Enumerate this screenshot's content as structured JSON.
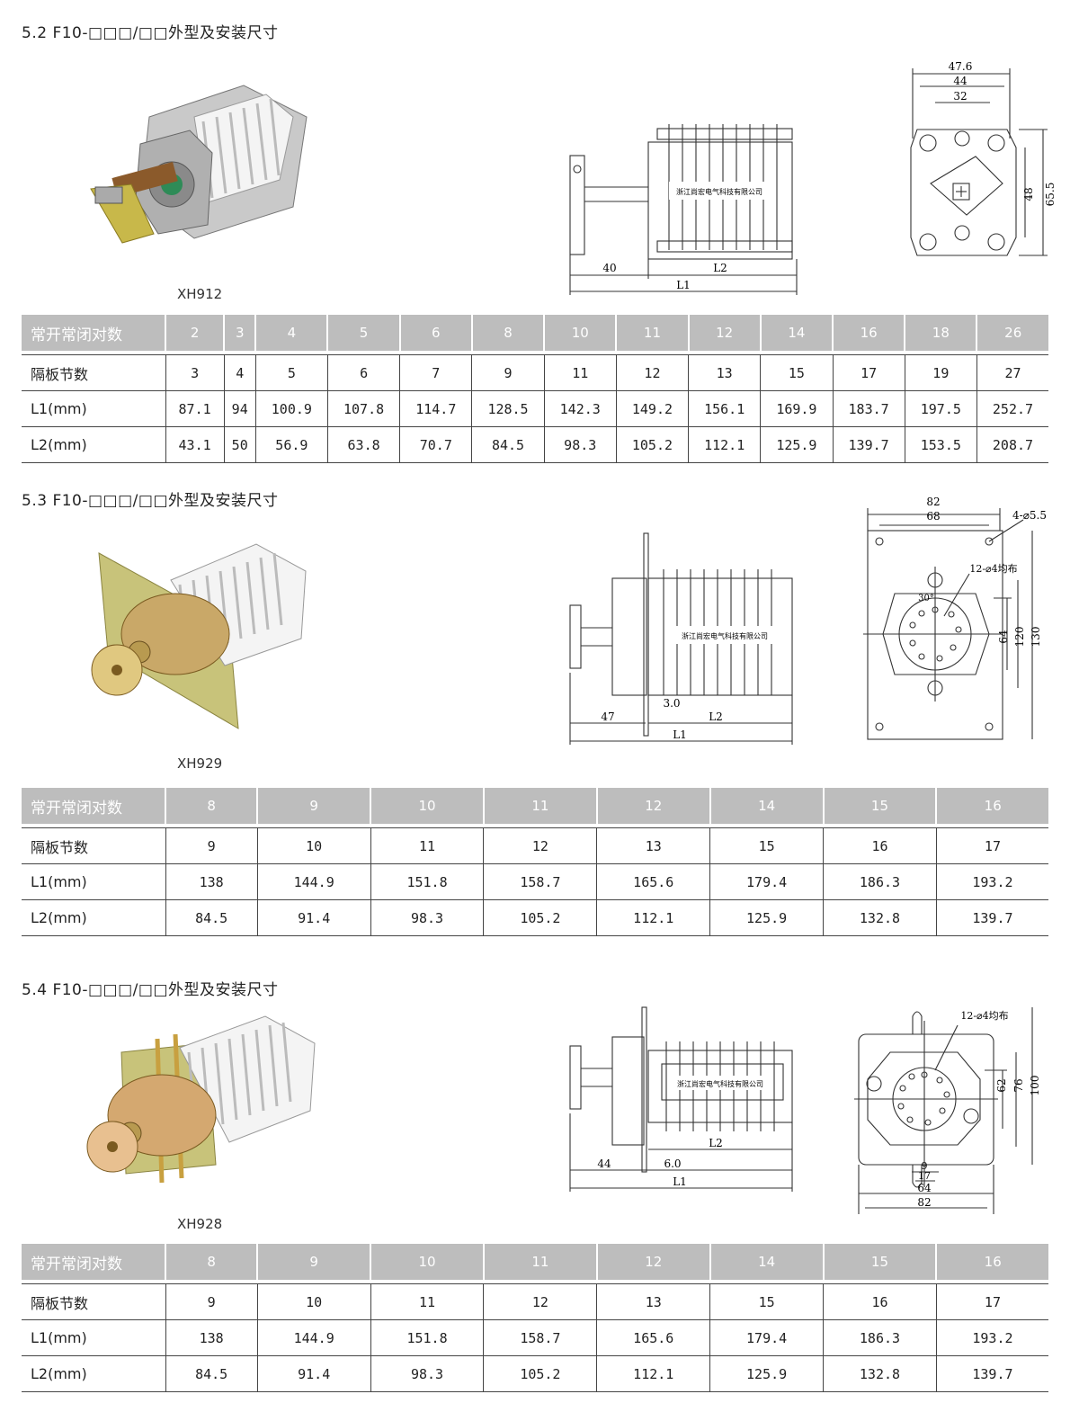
{
  "sections": [
    {
      "title": "5.2 F10-□□□/□□外型及安装尺寸",
      "model": "XH912",
      "drawing_labels": {
        "d1": "40",
        "l2": "L2",
        "l1": "L1",
        "w476": "47.6",
        "w44": "44",
        "w32": "32",
        "h48": "48",
        "h655": "65.5",
        "company": "浙江尚宏电气科技有限公司"
      },
      "table": {
        "header_label": "常开常闭对数",
        "header_values": [
          "2",
          "3",
          "4",
          "5",
          "6",
          "8",
          "10",
          "11",
          "12",
          "14",
          "16",
          "18",
          "26"
        ],
        "rows": [
          {
            "label": "隔板节数",
            "values": [
              "3",
              "4",
              "5",
              "6",
              "7",
              "9",
              "11",
              "12",
              "13",
              "15",
              "17",
              "19",
              "27"
            ]
          },
          {
            "label": "L1(mm)",
            "values": [
              "87.1",
              "94",
              "100.9",
              "107.8",
              "114.7",
              "128.5",
              "142.3",
              "149.2",
              "156.1",
              "169.9",
              "183.7",
              "197.5",
              "252.7"
            ]
          },
          {
            "label": "L2(mm)",
            "values": [
              "43.1",
              "50",
              "56.9",
              "63.8",
              "70.7",
              "84.5",
              "98.3",
              "105.2",
              "112.1",
              "125.9",
              "139.7",
              "153.5",
              "208.7"
            ]
          }
        ]
      }
    },
    {
      "title": "5.3 F10-□□□/□□外型及安装尺寸",
      "model": "XH929",
      "drawing_labels": {
        "d1": "47",
        "d2": "3.0",
        "l2": "L2",
        "l1": "L1",
        "w82": "82",
        "w68": "68",
        "holes": "4-⌀5.5",
        "pattern": "12-⌀4均布",
        "angle": "30°",
        "h64": "64",
        "h120": "120",
        "h130": "130",
        "company": "浙江尚宏电气科技有限公司"
      },
      "table": {
        "header_label": "常开常闭对数",
        "header_values": [
          "8",
          "9",
          "10",
          "11",
          "12",
          "14",
          "15",
          "16"
        ],
        "rows": [
          {
            "label": "隔板节数",
            "values": [
              "9",
              "10",
              "11",
              "12",
              "13",
              "15",
              "16",
              "17"
            ]
          },
          {
            "label": "L1(mm)",
            "values": [
              "138",
              "144.9",
              "151.8",
              "158.7",
              "165.6",
              "179.4",
              "186.3",
              "193.2"
            ]
          },
          {
            "label": "L2(mm)",
            "values": [
              "84.5",
              "91.4",
              "98.3",
              "105.2",
              "112.1",
              "125.9",
              "132.8",
              "139.7"
            ]
          }
        ]
      }
    },
    {
      "title": "5.4 F10-□□□/□□外型及安装尺寸",
      "model": "XH928",
      "drawing_labels": {
        "d1": "44",
        "d2": "6.0",
        "l2": "L2",
        "l1": "L1",
        "pattern": "12-⌀4均布",
        "h62": "62",
        "h76": "76",
        "h100": "100",
        "w9": "9",
        "w17": "17",
        "w64": "64",
        "w82": "82",
        "company": "浙江尚宏电气科技有限公司"
      },
      "table": {
        "header_label": "常开常闭对数",
        "header_values": [
          "8",
          "9",
          "10",
          "11",
          "12",
          "14",
          "15",
          "16"
        ],
        "rows": [
          {
            "label": "隔板节数",
            "values": [
              "9",
              "10",
              "11",
              "12",
              "13",
              "15",
              "16",
              "17"
            ]
          },
          {
            "label": "L1(mm)",
            "values": [
              "138",
              "144.9",
              "151.8",
              "158.7",
              "165.6",
              "179.4",
              "186.3",
              "193.2"
            ]
          },
          {
            "label": "L2(mm)",
            "values": [
              "84.5",
              "91.4",
              "98.3",
              "105.2",
              "112.1",
              "125.9",
              "132.8",
              "139.7"
            ]
          }
        ]
      }
    }
  ]
}
